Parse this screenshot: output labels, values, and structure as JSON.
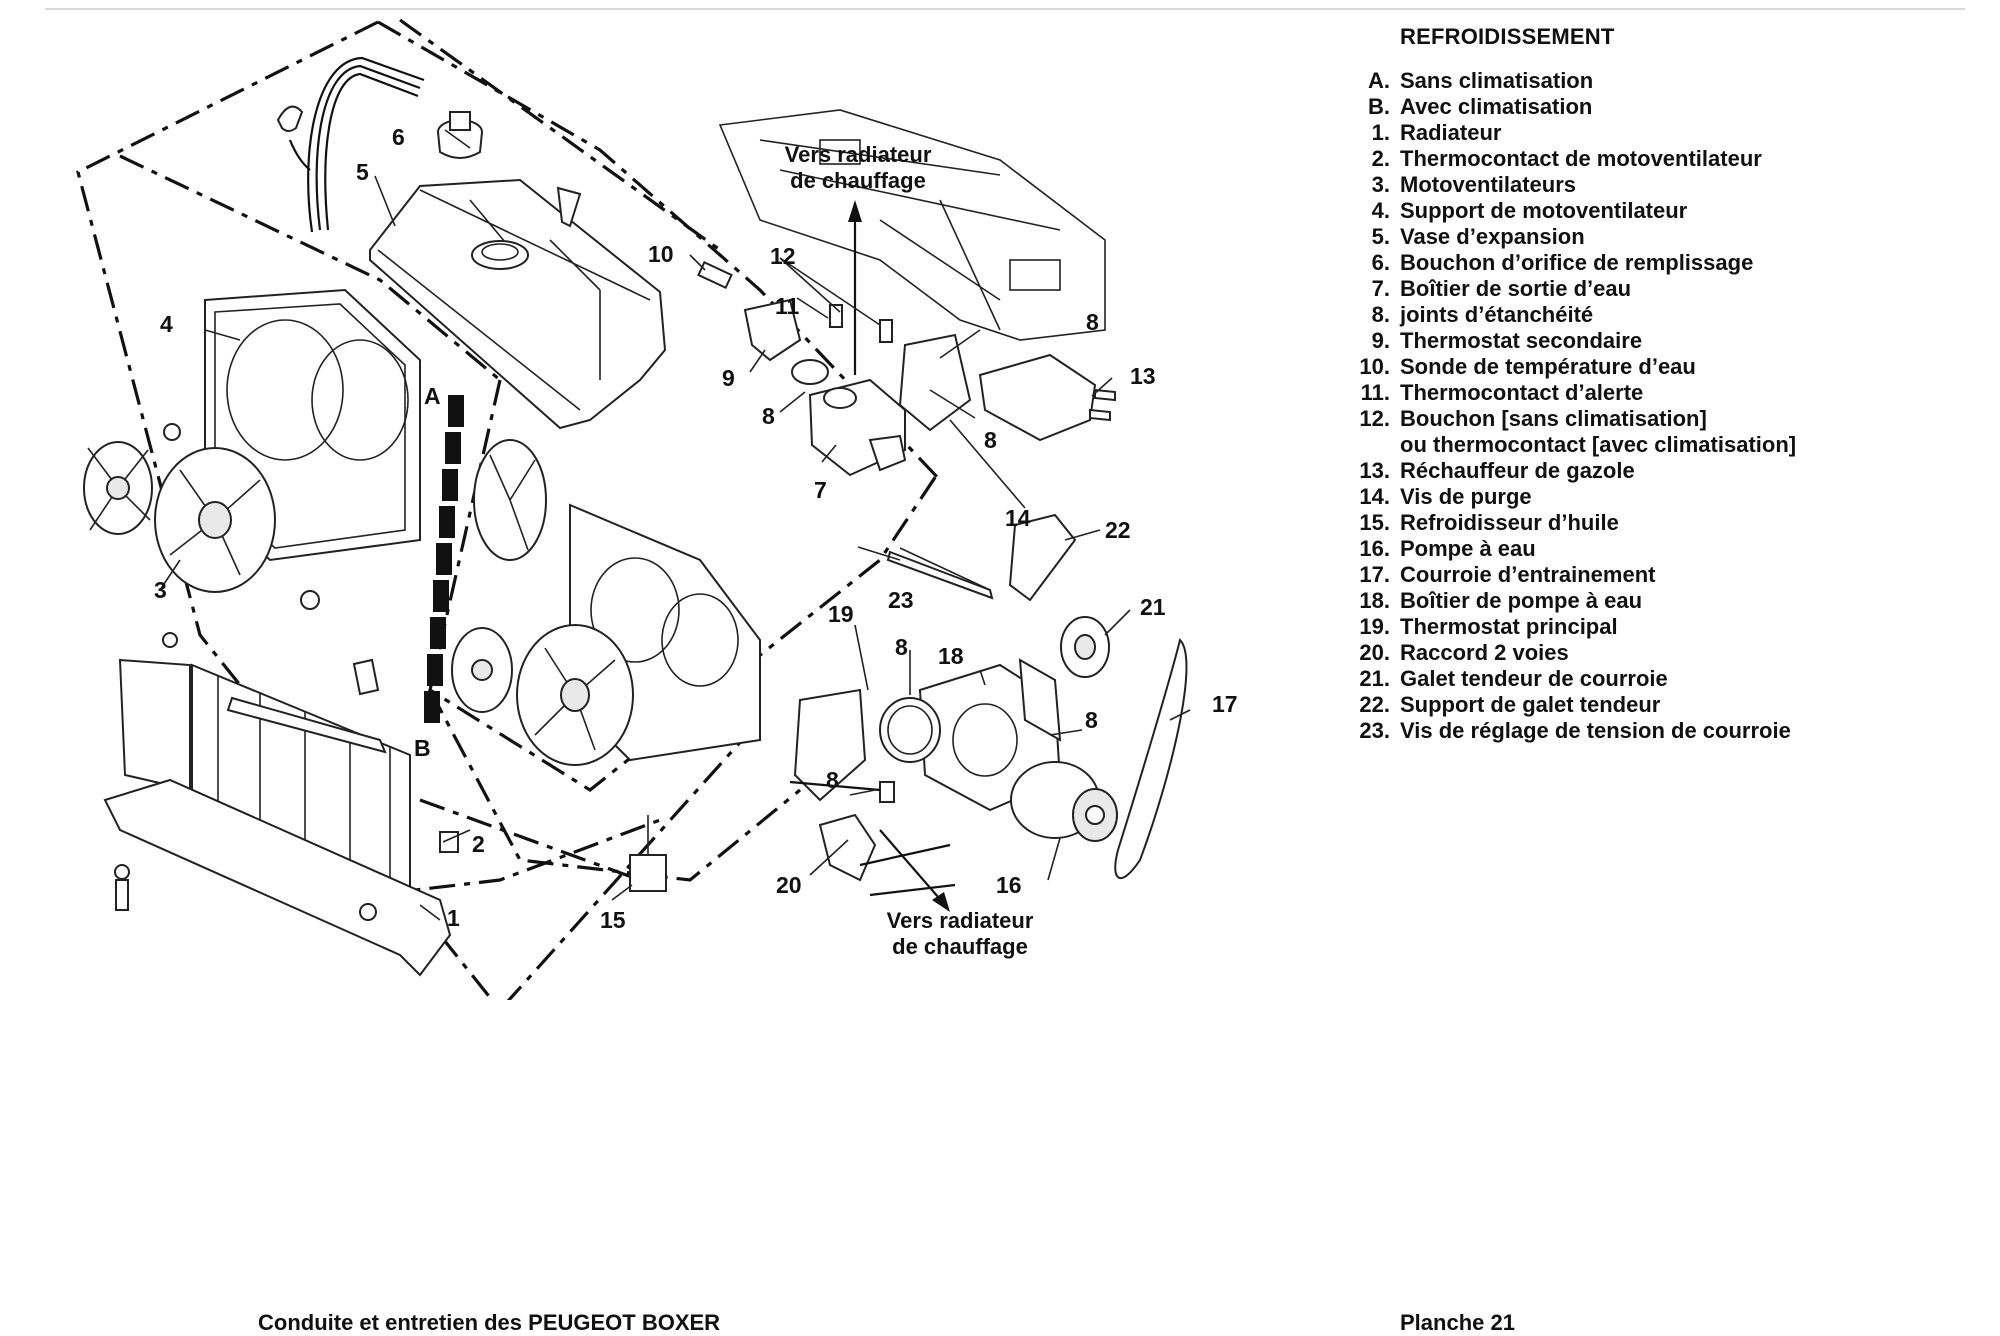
{
  "legend": {
    "title": "REFROIDISSEMENT",
    "items": [
      {
        "key": "A.",
        "text": "Sans climatisation"
      },
      {
        "key": "B.",
        "text": "Avec climatisation"
      },
      {
        "key": "1.",
        "text": "Radiateur"
      },
      {
        "key": "2.",
        "text": "Thermocontact de motoventilateur"
      },
      {
        "key": "3.",
        "text": "Motoventilateurs"
      },
      {
        "key": "4.",
        "text": "Support de motoventilateur"
      },
      {
        "key": "5.",
        "text": "Vase d’expansion"
      },
      {
        "key": "6.",
        "text": "Bouchon d’orifice de remplissage"
      },
      {
        "key": "7.",
        "text": "Boîtier de sortie d’eau"
      },
      {
        "key": "8.",
        "text": "joints d’étanchéité"
      },
      {
        "key": "9.",
        "text": "Thermostat secondaire"
      },
      {
        "key": "10.",
        "text": "Sonde de température d’eau"
      },
      {
        "key": "11.",
        "text": "Thermocontact d’alerte"
      },
      {
        "key": "12.",
        "text": "Bouchon [sans climatisation]\nou thermocontact [avec climatisation]"
      },
      {
        "key": "13.",
        "text": "Réchauffeur de gazole"
      },
      {
        "key": "14.",
        "text": "Vis de purge"
      },
      {
        "key": "15.",
        "text": "Refroidisseur d’huile"
      },
      {
        "key": "16.",
        "text": "Pompe à eau"
      },
      {
        "key": "17.",
        "text": "Courroie d’entrainement"
      },
      {
        "key": "18.",
        "text": "Boîtier de pompe à eau"
      },
      {
        "key": "19.",
        "text": "Thermostat principal"
      },
      {
        "key": "20.",
        "text": "Raccord 2 voies"
      },
      {
        "key": "21.",
        "text": "Galet tendeur de courroie"
      },
      {
        "key": "22.",
        "text": "Support de galet tendeur"
      },
      {
        "key": "23.",
        "text": "Vis de réglage de tension de courroie"
      }
    ]
  },
  "diagram": {
    "callouts": {
      "c1": "1",
      "c2": "2",
      "c3": "3",
      "c4": "4",
      "c5": "5",
      "c6": "6",
      "c7": "7",
      "c8a": "8",
      "c8b": "8",
      "c8c": "8",
      "c8d": "8",
      "c8e": "8",
      "c8f": "8",
      "c9": "9",
      "c10": "10",
      "c11": "11",
      "c12": "12",
      "c13": "13",
      "c14": "14",
      "c15": "15",
      "c16": "16",
      "c17": "17",
      "c18": "18",
      "c19": "19",
      "c20": "20",
      "c21": "21",
      "c22": "22",
      "c23": "23",
      "cA": "A",
      "cB": "B"
    },
    "note_top": [
      "Vers radiateur",
      "de chauffage"
    ],
    "note_bottom": [
      "Vers radiateur",
      "de chauffage"
    ]
  },
  "footer": {
    "left": "Conduite et entretien des PEUGEOT BOXER",
    "right": "Planche 21"
  }
}
